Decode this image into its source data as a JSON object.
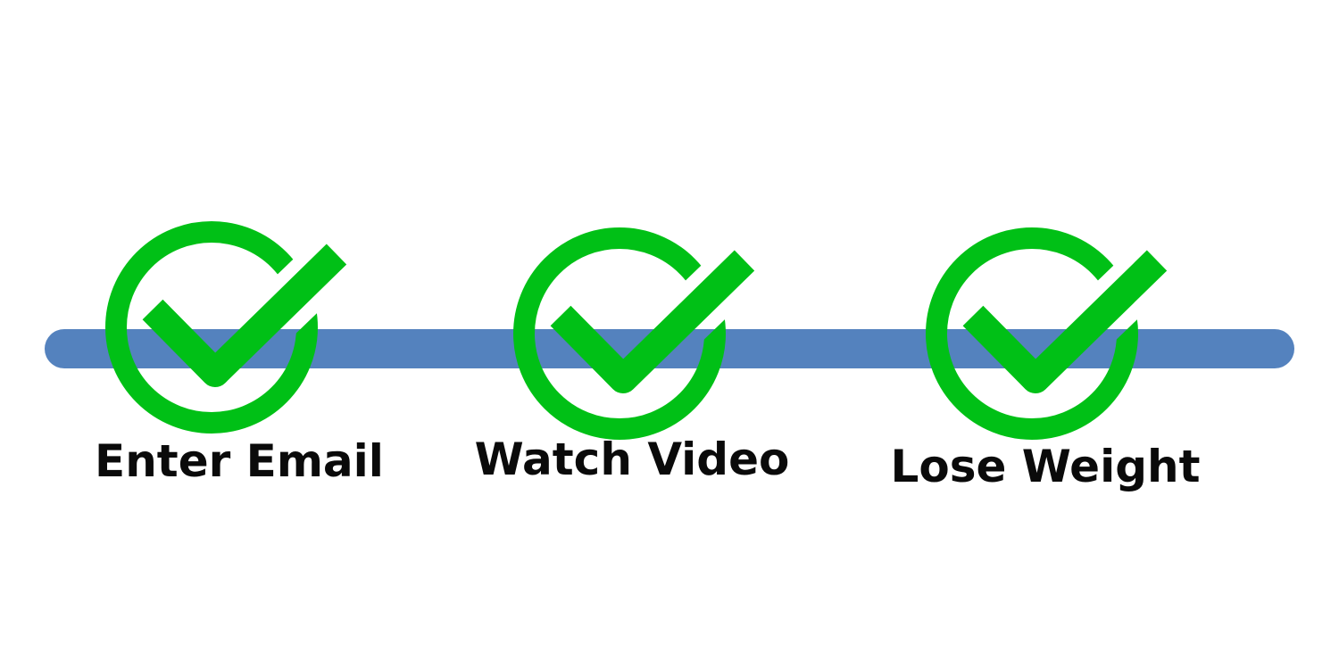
{
  "colors": {
    "bar": "#5482BE",
    "check": "#00C016",
    "text": "#0a0a0a"
  },
  "steps": [
    {
      "label": "Enter Email",
      "icon": "check-circle-icon",
      "completed": true
    },
    {
      "label": "Watch Video",
      "icon": "check-circle-icon",
      "completed": true
    },
    {
      "label": "Lose Weight",
      "icon": "check-circle-icon",
      "completed": true
    }
  ]
}
